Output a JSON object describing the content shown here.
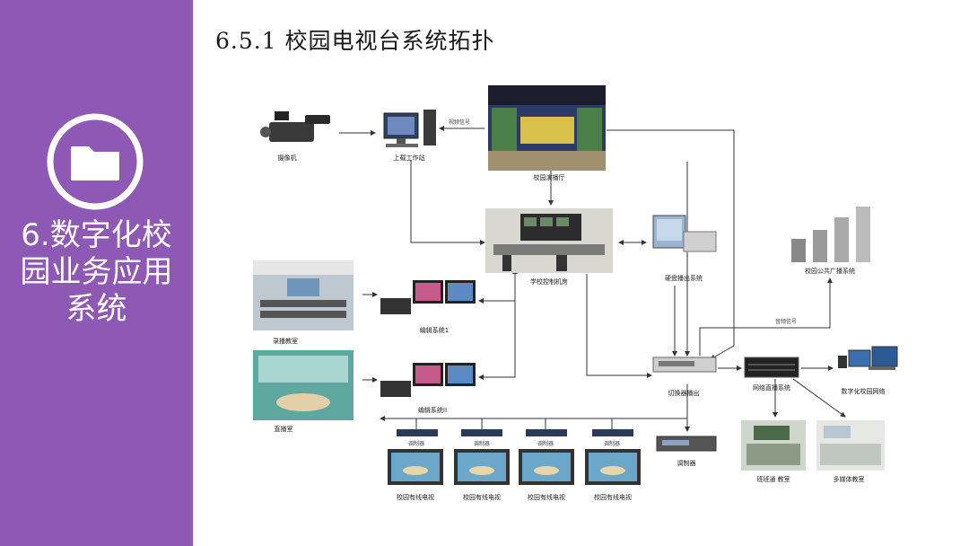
{
  "sidebar": {
    "title_lines": [
      "6.数字化校",
      "园业务应用",
      "系统"
    ],
    "icon": "folder-icon",
    "color": "#8e58b5"
  },
  "slide_title": "6.5.1 校园电视台系统拓扑",
  "diagram": {
    "nodes": {
      "camera": "摄像机",
      "upload_station": "上载工作站",
      "studio_hall": "校园演播厅",
      "control_room": "学校控制机房",
      "disk_playout": "硬盘播出系统",
      "broadcast": "校园公共广播系统",
      "recording_room": "录播教室",
      "edit1": "编辑系统1",
      "live_room": "直播室",
      "edit2": "编辑系统II",
      "switcher": "切换器播出",
      "stream": "网络直播系统",
      "campus_network": "数字化校园网络",
      "classroom": "班班通 教室",
      "multimedia": "多媒体教室",
      "modulator": "调制器",
      "tv1": "校园有线电视",
      "tv2": "校园有线电视",
      "tv3": "校园有线电视",
      "tv4": "校园有线电视",
      "receiver": "调制器"
    },
    "edge_labels": {
      "video_signal": "视频信号",
      "audio_signal": "音频信号"
    }
  }
}
